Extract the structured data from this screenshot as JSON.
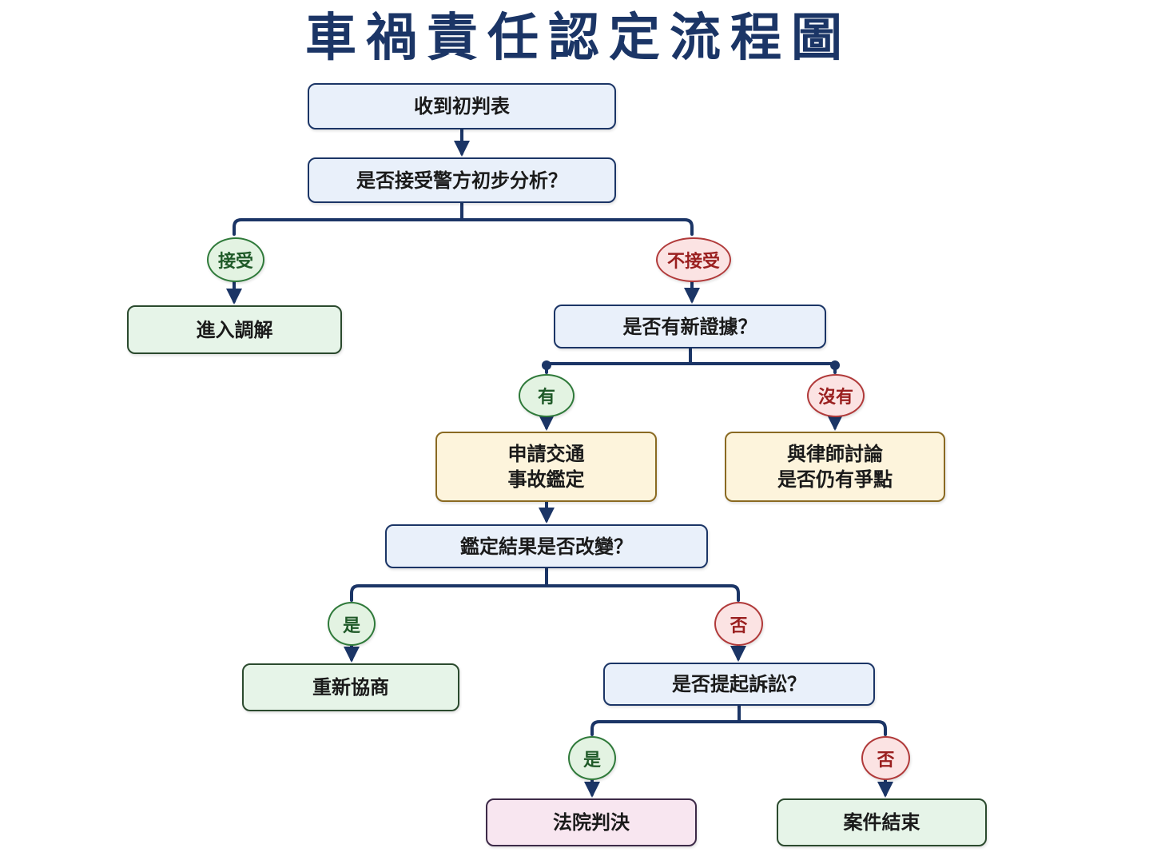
{
  "title": "車禍責任認定流程圖",
  "colors": {
    "line": "#1b3566",
    "accept": "#2f7a3a",
    "reject": "#b13a3a"
  },
  "nodes": {
    "receive_report": "收到初判表",
    "accept_police_q": "是否接受警方初步分析？",
    "mediation": "進入調解",
    "new_evidence_q": "是否有新證據？",
    "apply_appraisal": "申請交通\n事故鑑定",
    "discuss_lawyer": "與律師討論\n是否仍有爭點",
    "result_changed_q": "鑑定結果是否改變？",
    "renegotiate": "重新協商",
    "lawsuit_q": "是否提起訴訟？",
    "court_judgment": "法院判決",
    "case_closed": "案件結束"
  },
  "labels": {
    "accept": "接受",
    "reject": "不接受",
    "has": "有",
    "none": "沒有",
    "yes_1": "是",
    "no_1": "否",
    "yes_2": "是",
    "no_2": "否"
  }
}
